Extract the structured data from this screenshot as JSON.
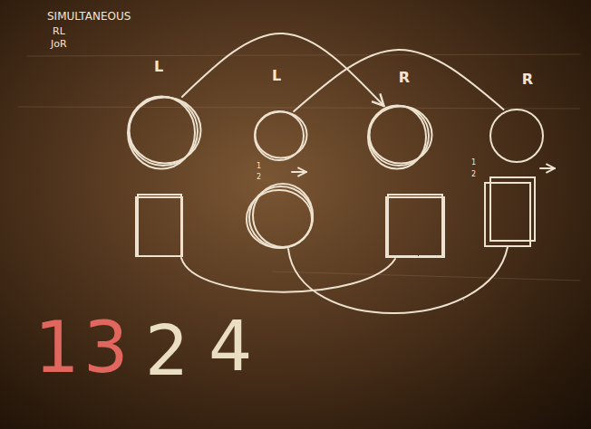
{
  "diagram": {
    "nodes": [
      {
        "text": [
          "L"
        ]
      },
      {
        "text": [
          "L"
        ]
      },
      {
        "text": [
          "R"
        ]
      },
      {
        "text": [
          "R"
        ]
      }
    ],
    "edges": [
      {
        "from": 0,
        "to": 2,
        "arrow": "to"
      },
      {
        "from": 1,
        "to": 3,
        "arrow": "none"
      }
    ],
    "labels": [
      "SIMULTANEOUS",
      "RL",
      "JoR",
      "1",
      "2",
      "1",
      "2",
      "1",
      "3",
      "2",
      "4"
    ]
  }
}
